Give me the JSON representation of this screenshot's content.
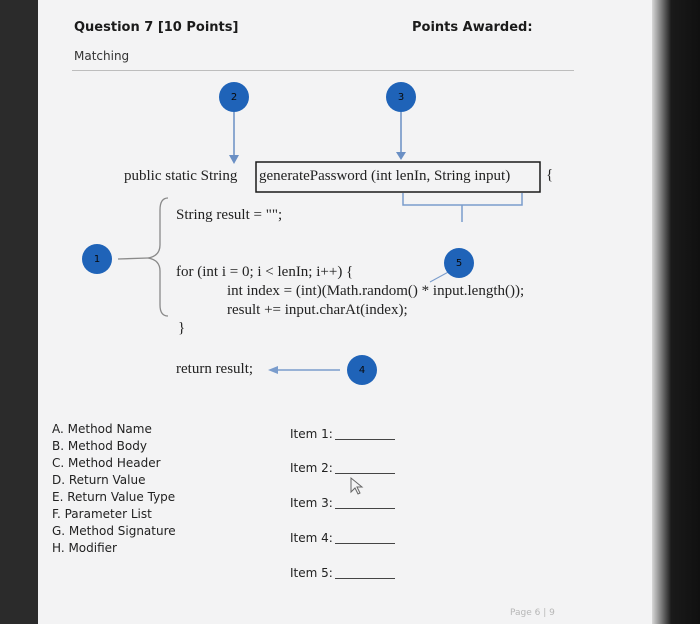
{
  "header": {
    "question_title": "Question 7 [10 Points]",
    "points_label": "Points Awarded:",
    "question_type": "Matching"
  },
  "code": {
    "signature_prefix": "public static String",
    "signature_highlighted": "generatePassword (int lenIn, String input)",
    "brace_open": "{",
    "line1": "String result = \"\";",
    "line2": "for (int i = 0; i < lenIn; i++) {",
    "line3": "int index = (int)(Math.random() * input.length());",
    "line4": "result += input.charAt(index);",
    "line5": "}",
    "line6": "return result;"
  },
  "markers": [
    "1",
    "2",
    "3",
    "4",
    "5"
  ],
  "options": [
    "A. Method Name",
    "B. Method Body",
    "C. Method Header",
    "D. Return Value",
    "E. Return Value Type",
    "F. Parameter List",
    "G. Method Signature",
    "H. Modifier"
  ],
  "items": [
    "Item 1:",
    "Item 2:",
    "Item 3:",
    "Item 4:",
    "Item 5:"
  ],
  "footer": {
    "page": "Page 6 | 9"
  }
}
